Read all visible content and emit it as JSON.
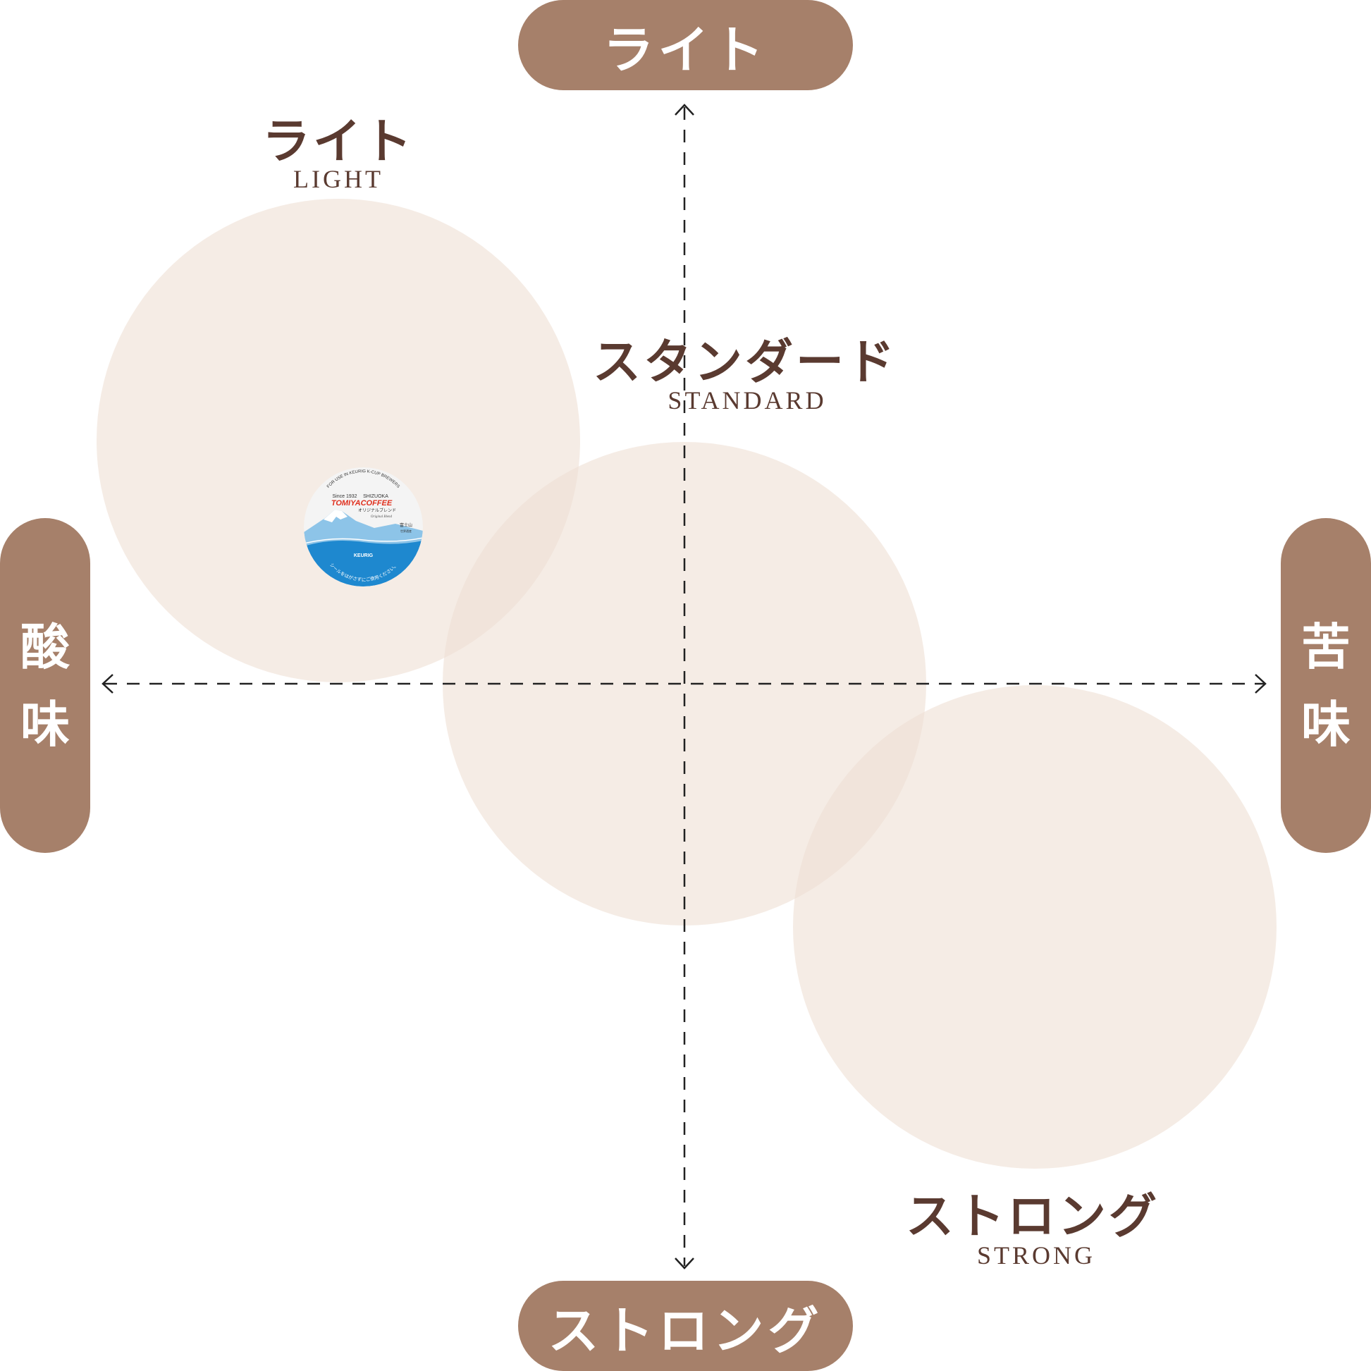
{
  "axes": {
    "top": "ライト",
    "bottom": "ストロング",
    "left": [
      "酸",
      "味"
    ],
    "right": [
      "苦",
      "味"
    ]
  },
  "zones": [
    {
      "id": "light",
      "jp": "ライト",
      "en": "LIGHT"
    },
    {
      "id": "standard",
      "jp": "スタンダード",
      "en": "STANDARD"
    },
    {
      "id": "strong",
      "jp": "ストロング",
      "en": "STRONG"
    }
  ],
  "product": {
    "top_text": "FOR USE IN KEURIG K-CUP BREWERS",
    "since": "Since 1932",
    "city": "SHIZUOKA",
    "brand": "TOMIYACOFFEE",
    "blend_jp": "オリジナルブレンド",
    "blend_en": "Original Blend",
    "fuji_jp": "富士山",
    "heritage_jp": "世界遺産",
    "maker": "KEURIG",
    "bottom_text": "シールをはがさずにご使用ください。"
  },
  "colors": {
    "pill": "#a6806a",
    "circle": "#efdfd3",
    "text": "#5a3a30",
    "axis": "#222222"
  }
}
